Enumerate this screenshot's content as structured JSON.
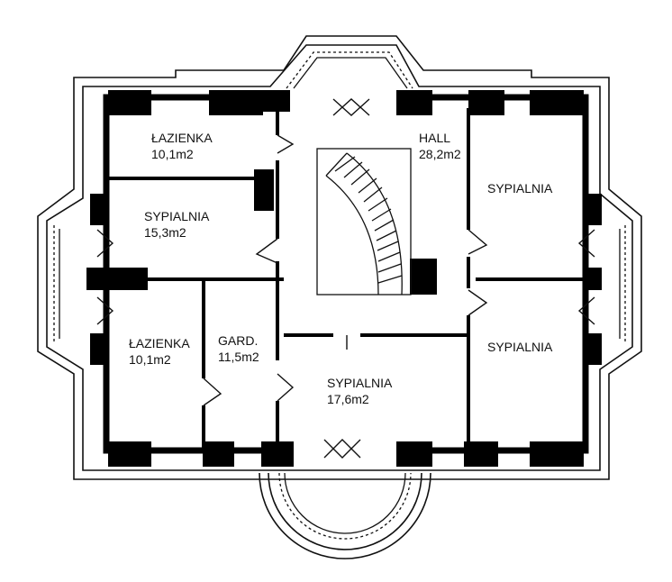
{
  "rooms": [
    {
      "name": "ŁAZIENKA",
      "area": "10,1m2"
    },
    {
      "name": "SYPIALNIA",
      "area": "15,3m2"
    },
    {
      "name": "HALL",
      "area": "28,2m2"
    },
    {
      "name": "SYPIALNIA",
      "area": ""
    },
    {
      "name": "SYPIALNIA",
      "area": ""
    },
    {
      "name": "ŁAZIENKA",
      "area": "10,1m2"
    },
    {
      "name": "GARD.",
      "area": "11,5m2"
    },
    {
      "name": "SYPIALNIA",
      "area": "17,6m2"
    }
  ]
}
